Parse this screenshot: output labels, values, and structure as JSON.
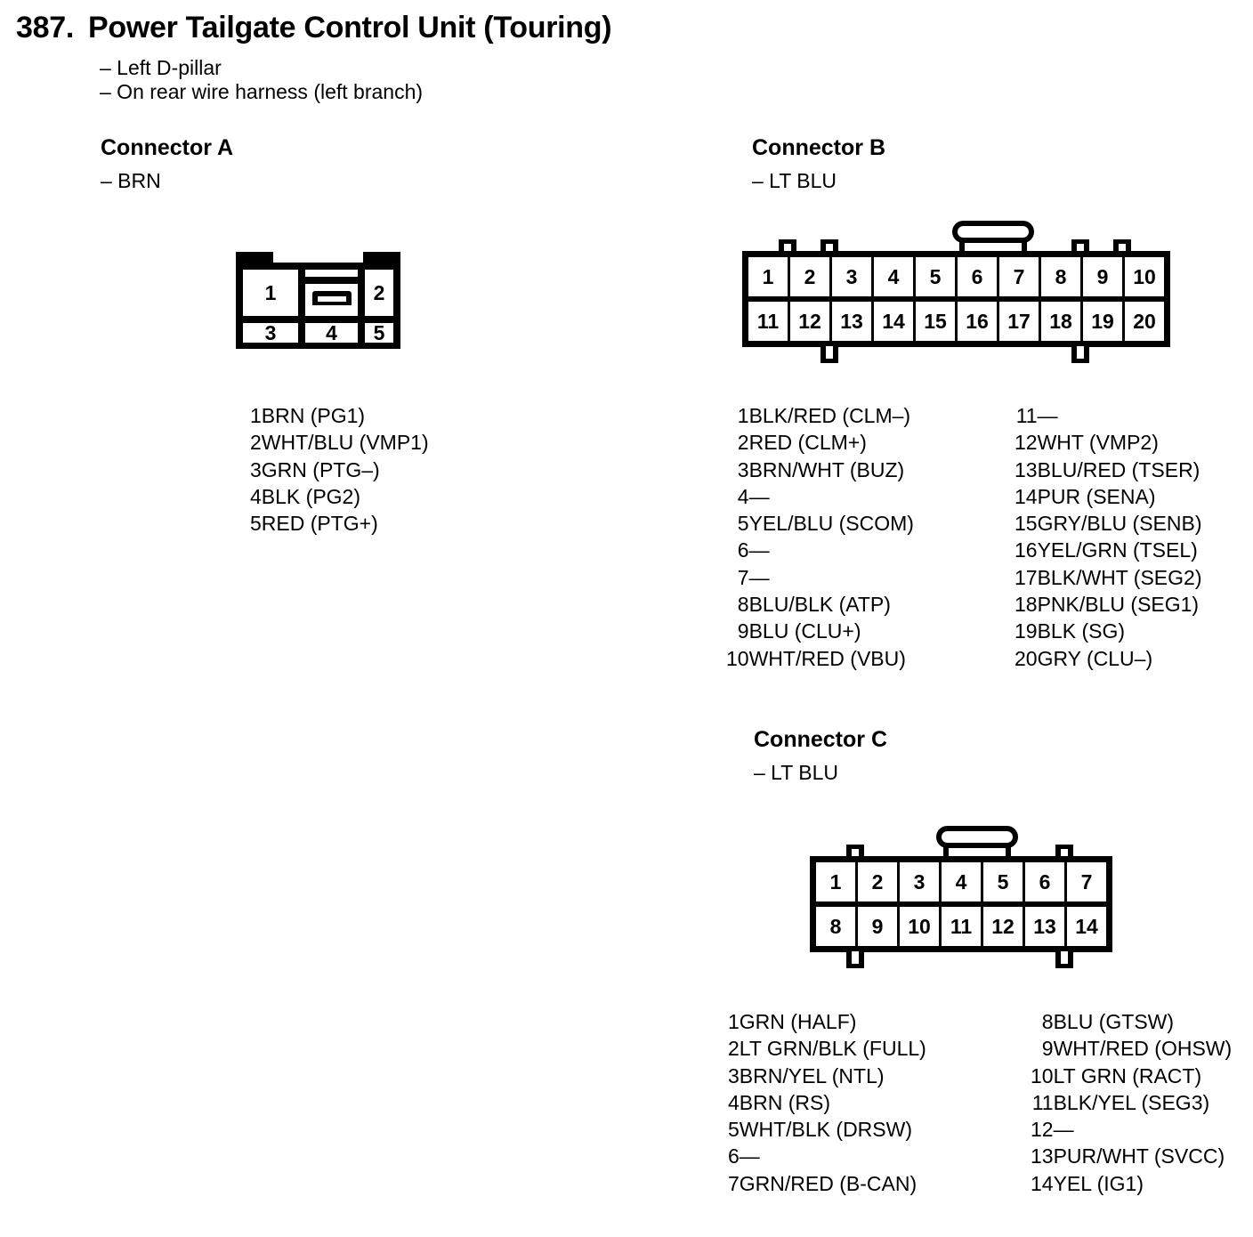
{
  "title": {
    "number": "387.",
    "text": "Power Tailgate Control Unit (Touring)"
  },
  "notes": [
    "– Left D-pillar",
    "– On rear wire harness (left branch)"
  ],
  "connectors": {
    "a": {
      "heading": "Connector A",
      "color": "– BRN",
      "pin_count": 5,
      "top_row": [
        "1",
        "2"
      ],
      "bottom_row": [
        "3",
        "4",
        "5"
      ],
      "pins": [
        {
          "num": "1",
          "label": "BRN (PG1)"
        },
        {
          "num": "2",
          "label": "WHT/BLU (VMP1)"
        },
        {
          "num": "3",
          "label": "GRN (PTG–)"
        },
        {
          "num": "4",
          "label": "BLK (PG2)"
        },
        {
          "num": "5",
          "label": "RED (PTG+)"
        }
      ]
    },
    "b": {
      "heading": "Connector B",
      "color": "– LT BLU",
      "top_row": [
        "1",
        "2",
        "3",
        "4",
        "5",
        "6",
        "7",
        "8",
        "9",
        "10"
      ],
      "bottom_row": [
        "11",
        "12",
        "13",
        "14",
        "15",
        "16",
        "17",
        "18",
        "19",
        "20"
      ],
      "pins_left": [
        {
          "num": "1",
          "label": "BLK/RED (CLM–)"
        },
        {
          "num": "2",
          "label": "RED (CLM+)"
        },
        {
          "num": "3",
          "label": "BRN/WHT (BUZ)"
        },
        {
          "num": "4",
          "label": "—"
        },
        {
          "num": "5",
          "label": "YEL/BLU (SCOM)"
        },
        {
          "num": "6",
          "label": "—"
        },
        {
          "num": "7",
          "label": "—"
        },
        {
          "num": "8",
          "label": "BLU/BLK (ATP)"
        },
        {
          "num": "9",
          "label": "BLU (CLU+)"
        },
        {
          "num": "10",
          "label": "WHT/RED (VBU)"
        }
      ],
      "pins_right": [
        {
          "num": "11",
          "label": "—"
        },
        {
          "num": "12",
          "label": "WHT (VMP2)"
        },
        {
          "num": "13",
          "label": "BLU/RED (TSER)"
        },
        {
          "num": "14",
          "label": "PUR (SENA)"
        },
        {
          "num": "15",
          "label": "GRY/BLU (SENB)"
        },
        {
          "num": "16",
          "label": "YEL/GRN (TSEL)"
        },
        {
          "num": "17",
          "label": "BLK/WHT (SEG2)"
        },
        {
          "num": "18",
          "label": "PNK/BLU (SEG1)"
        },
        {
          "num": "19",
          "label": "BLK (SG)"
        },
        {
          "num": "20",
          "label": "GRY (CLU–)"
        }
      ]
    },
    "c": {
      "heading": "Connector C",
      "color": "– LT BLU",
      "top_row": [
        "1",
        "2",
        "3",
        "4",
        "5",
        "6",
        "7"
      ],
      "bottom_row": [
        "8",
        "9",
        "10",
        "11",
        "12",
        "13",
        "14"
      ],
      "pins_left": [
        {
          "num": "1",
          "label": "GRN (HALF)"
        },
        {
          "num": "2",
          "label": "LT GRN/BLK (FULL)"
        },
        {
          "num": "3",
          "label": "BRN/YEL (NTL)"
        },
        {
          "num": "4",
          "label": "BRN (RS)"
        },
        {
          "num": "5",
          "label": "WHT/BLK (DRSW)"
        },
        {
          "num": "6",
          "label": "—"
        },
        {
          "num": "7",
          "label": "GRN/RED (B-CAN)"
        }
      ],
      "pins_right": [
        {
          "num": "8",
          "label": "BLU (GTSW)"
        },
        {
          "num": "9",
          "label": "WHT/RED (OHSW)"
        },
        {
          "num": "10",
          "label": "LT GRN (RACT)"
        },
        {
          "num": "11",
          "label": "BLK/YEL (SEG3)"
        },
        {
          "num": "12",
          "label": "—"
        },
        {
          "num": "13",
          "label": "PUR/WHT (SVCC)"
        },
        {
          "num": "14",
          "label": "YEL (IG1)"
        }
      ]
    }
  },
  "colors": {
    "ink": "#000000",
    "paper": "#ffffff"
  }
}
